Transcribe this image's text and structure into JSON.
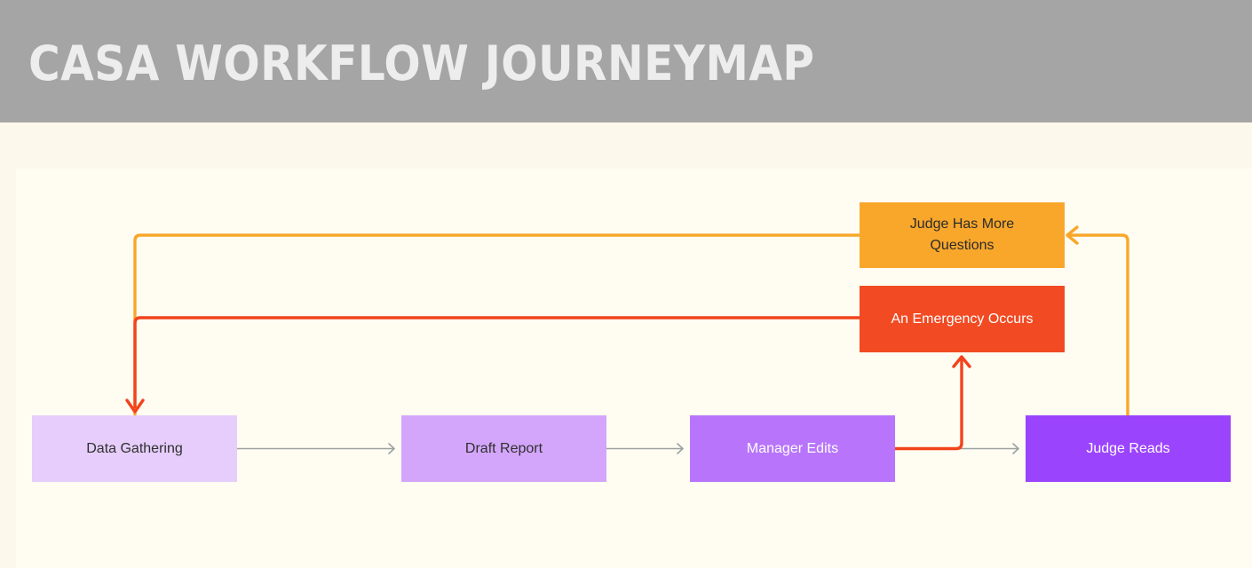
{
  "header": {
    "title": "CASA WORKFLOW JOURNEYMAP",
    "band_color": "#a5a5a5",
    "title_color": "#ededed"
  },
  "canvas": {
    "background_color": "#fdf8ec",
    "panel_color": "#fffdf2"
  },
  "diagram": {
    "nodes": [
      {
        "id": "data-gathering",
        "label": "Data Gathering",
        "fill": "#e6cdfb",
        "text_color": "#2f2f2f"
      },
      {
        "id": "draft-report",
        "label": "Draft Report",
        "fill": "#d3a6fb",
        "text_color": "#2f2f2f"
      },
      {
        "id": "manager-edits",
        "label": "Manager Edits",
        "fill": "#b875fb",
        "text_color": "#ffffff"
      },
      {
        "id": "judge-reads",
        "label": "Judge Reads",
        "fill": "#9b44fd",
        "text_color": "#ffffff"
      },
      {
        "id": "judge-questions",
        "label": "Judge Has More\nQuestions",
        "fill": "#f9a72b",
        "text_color": "#2b2b2b"
      },
      {
        "id": "emergency",
        "label": "An Emergency Occurs",
        "fill": "#f24a23",
        "text_color": "#ffffff"
      }
    ],
    "edges": [
      {
        "id": "data-gathering-to-draft-report",
        "from": "data-gathering",
        "to": "draft-report",
        "color": "#9aa0a0",
        "style": "straight-arrow"
      },
      {
        "id": "draft-report-to-manager-edits",
        "from": "draft-report",
        "to": "manager-edits",
        "color": "#9aa0a0",
        "style": "straight-arrow"
      },
      {
        "id": "manager-edits-to-judge-reads",
        "from": "manager-edits",
        "to": "judge-reads",
        "color": "#9aa0a0",
        "style": "straight-arrow"
      },
      {
        "id": "judge-reads-to-judge-questions",
        "from": "judge-reads",
        "to": "judge-questions",
        "color": "#f9a72b",
        "style": "elbow-arrow"
      },
      {
        "id": "judge-questions-to-data-gathering",
        "from": "judge-questions",
        "to": "data-gathering",
        "color": "#f9a72b",
        "style": "elbow"
      },
      {
        "id": "manager-edits-to-emergency",
        "from": "manager-edits",
        "to": "emergency",
        "color": "#f2431c",
        "style": "elbow-arrow"
      },
      {
        "id": "emergency-to-data-gathering",
        "from": "emergency",
        "to": "data-gathering",
        "color": "#f2431c",
        "style": "elbow-arrow"
      }
    ]
  }
}
